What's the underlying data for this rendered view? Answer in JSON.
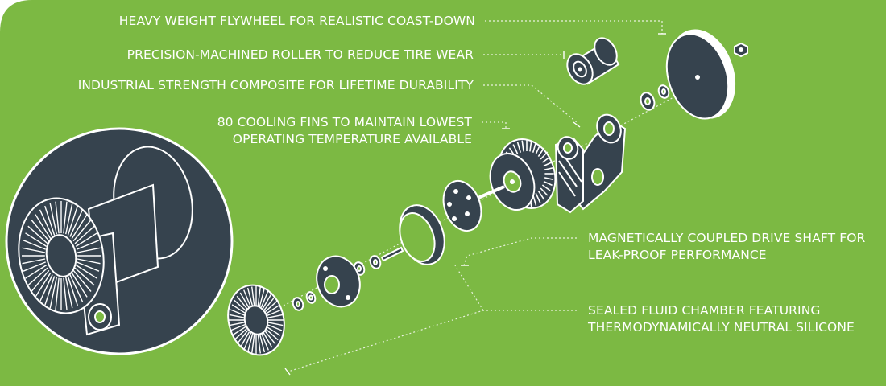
{
  "colors": {
    "background": "#7cb943",
    "part_fill": "#36434e",
    "part_stroke": "#ffffff",
    "text": "#ffffff",
    "leader": "#e9f2df"
  },
  "callouts": {
    "flywheel": {
      "lines": [
        "HEAVY WEIGHT FLYWHEEL FOR REALISTIC COAST-DOWN"
      ]
    },
    "roller": {
      "lines": [
        "PRECISION-MACHINED ROLLER TO REDUCE TIRE WEAR"
      ]
    },
    "composite": {
      "lines": [
        "INDUSTRIAL STRENGTH COMPOSITE FOR LIFETIME DURABILITY"
      ]
    },
    "cooling_fins": {
      "lines": [
        "80 COOLING FINS TO MAINTAIN LOWEST",
        "OPERATING TEMPERATURE AVAILABLE"
      ]
    },
    "drive_shaft": {
      "lines": [
        "MAGNETICALLY COUPLED DRIVE SHAFT FOR",
        "LEAK-PROOF PERFORMANCE"
      ]
    },
    "fluid_chamber": {
      "lines": [
        "SEALED FLUID CHAMBER FEATURING",
        "THERMODYNAMICALLY NEUTRAL SILICONE"
      ]
    }
  },
  "parts": [
    {
      "name": "flywheel"
    },
    {
      "name": "roller"
    },
    {
      "name": "frame-bracket"
    },
    {
      "name": "cooling-fin-housing"
    },
    {
      "name": "magnet-plate"
    },
    {
      "name": "seal-ring"
    },
    {
      "name": "rear-cap"
    },
    {
      "name": "fin-cap"
    },
    {
      "name": "assembled-unit"
    }
  ]
}
